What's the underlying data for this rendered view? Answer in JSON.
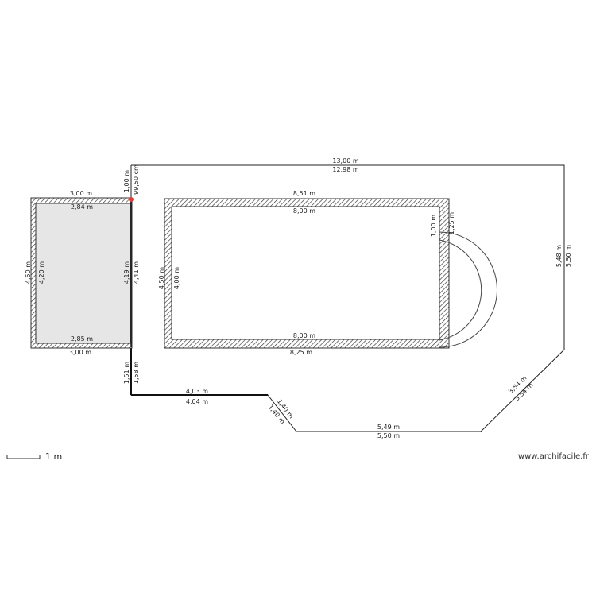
{
  "diagram": {
    "left_room": {
      "top_outer": "3,00 m",
      "top_inner": "2,84 m",
      "bottom_inner": "2,85 m",
      "bottom_outer": "3,00 m",
      "left_outer": "4,50 m",
      "left_inner": "4,20 m",
      "right_inner": "4,19 m",
      "right_outer": "4,41 m"
    },
    "pool": {
      "top_outer": "8,51 m",
      "top_inner": "8,00 m",
      "bottom_inner": "8,00 m",
      "bottom_outer": "8,25 m",
      "left_outer": "4,50 m",
      "left_inner": "4,00 m",
      "right_a": "1,00 m",
      "right_b": "1,25 m"
    },
    "terrace": {
      "top_a": "13,00 m",
      "top_b": "12,98 m",
      "upper_left_a": "1,00 m",
      "upper_left_b": "99,50 cm",
      "right_a": "5,48 m",
      "right_b": "5,50 m",
      "diag_right_a": "3,54 m",
      "diag_right_b": "3,54 m",
      "bottom_a": "5,49 m",
      "bottom_b": "5,50 m",
      "diag_left_a": "1,40 m",
      "diag_left_b": "1,40 m",
      "lower_left_a": "4,03 m",
      "lower_left_b": "4,04 m",
      "lower_vert_a": "1,51 m",
      "lower_vert_b": "1,58 m"
    },
    "scale_label": "1 m",
    "site": "www.archifacile.fr",
    "colors": {
      "wall_hatch": "#333333",
      "room_fill": "#e6e6e6",
      "marker": "#e53935"
    }
  }
}
